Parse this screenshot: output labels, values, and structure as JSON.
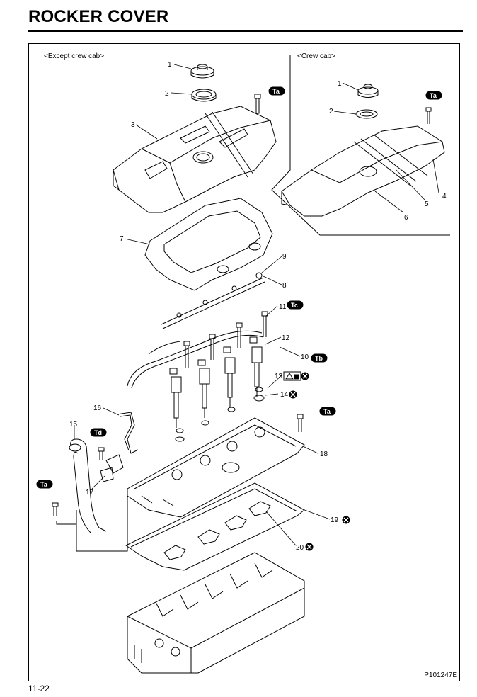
{
  "page": {
    "title": "ROCKER COVER",
    "page_number": "11-22",
    "figure_code": "P101247E"
  },
  "sections": {
    "left_label": "<Except crew cab>",
    "right_label": "<Crew cab>"
  },
  "torque_badges": {
    "ta": "Ta",
    "tb": "Tb",
    "tc": "Tc",
    "td": "Td"
  },
  "callouts": [
    "1",
    "2",
    "3",
    "1",
    "2",
    "4",
    "5",
    "6",
    "7",
    "8",
    "9",
    "10",
    "11",
    "12",
    "13",
    "14",
    "15",
    "16",
    "17",
    "18",
    "19",
    "20"
  ],
  "colors": {
    "ink": "#000000",
    "paper": "#ffffff"
  },
  "icons": [
    "non-reusable-part-icon",
    "sealant-icon"
  ]
}
